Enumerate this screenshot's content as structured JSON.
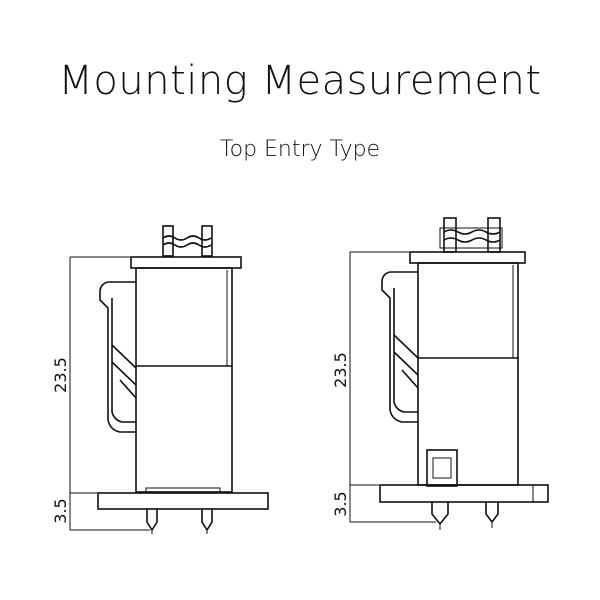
{
  "title": "Mounting Measurement",
  "subtitle": "Top Entry Type",
  "dimensions": {
    "height_main": "23.5",
    "height_base": "3.5"
  }
}
